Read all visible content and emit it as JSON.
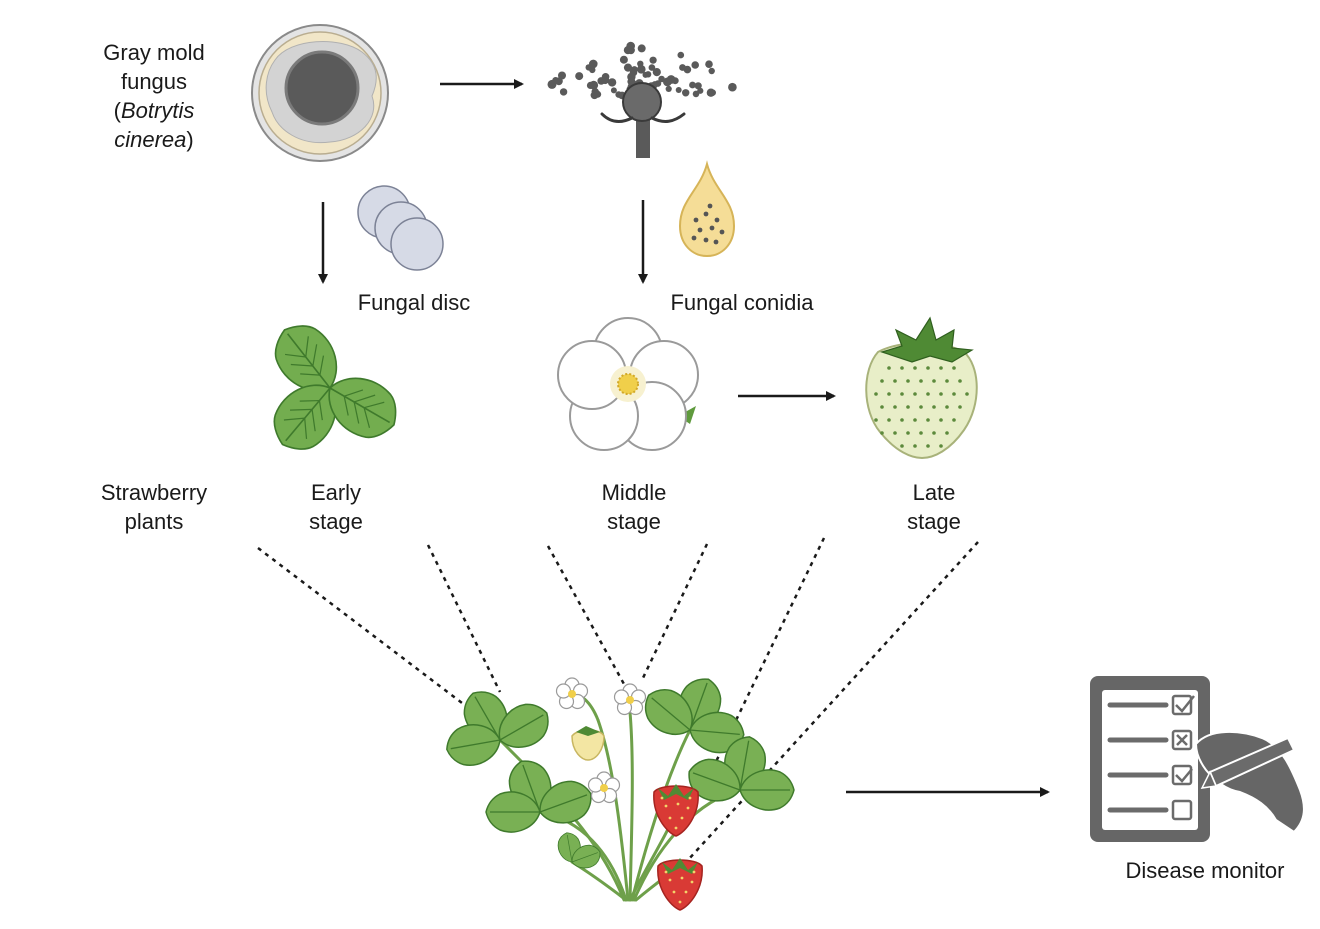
{
  "labels": {
    "fungus_line1": "Gray mold",
    "fungus_line2": "fungus",
    "fungus_line3_open": "(",
    "fungus_line3_italic": "Botrytis",
    "fungus_line4_italic": "cinerea",
    "fungus_line4_close": ")",
    "fungal_disc": "Fungal disc",
    "fungal_conidia": "Fungal conidia",
    "strawberry_plants_line1": "Strawberry",
    "strawberry_plants_line2": "plants",
    "early_line1": "Early",
    "early_line2": "stage",
    "middle_line1": "Middle",
    "middle_line2": "stage",
    "late_line1": "Late",
    "late_line2": "stage",
    "disease_monitor": "Disease monitor"
  },
  "icons": {
    "petri_dish": "petri-dish-icon",
    "sporulation": "conidiophore-icon",
    "disc": "fungal-disc-icon",
    "droplet": "conidia-droplet-icon",
    "leaf": "strawberry-leaf-icon",
    "flower": "strawberry-flower-icon",
    "berry": "green-strawberry-icon",
    "plant": "strawberry-plant-icon",
    "clipboard": "checklist-clipboard-icon"
  },
  "colors": {
    "arrow": "#1a1a1a",
    "leaf_green": "#6fa94d",
    "berry_red": "#d93a35",
    "unripe_berry": "#e8eec8",
    "fungus_gray": "#5a5a5a",
    "dish_tan": "#f1e6c8",
    "disc_fill": "#d6dae6",
    "droplet_gold": "#f5dd97",
    "clipboard_gray": "#666666"
  }
}
